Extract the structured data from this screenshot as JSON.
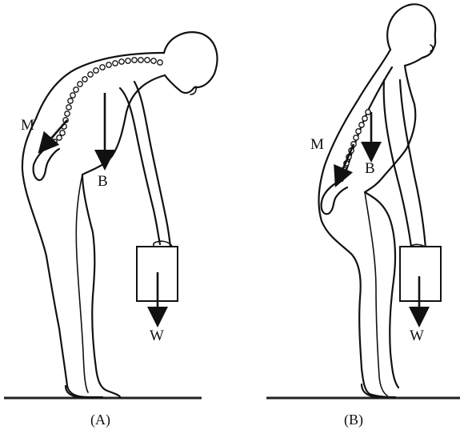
{
  "figures": [
    {
      "id": "A",
      "caption": "(A)",
      "labels": {
        "muscle": "M",
        "body": "B",
        "weight": "W"
      }
    },
    {
      "id": "B",
      "caption": "(B)",
      "labels": {
        "muscle": "M",
        "body": "B",
        "weight": "W"
      }
    }
  ]
}
